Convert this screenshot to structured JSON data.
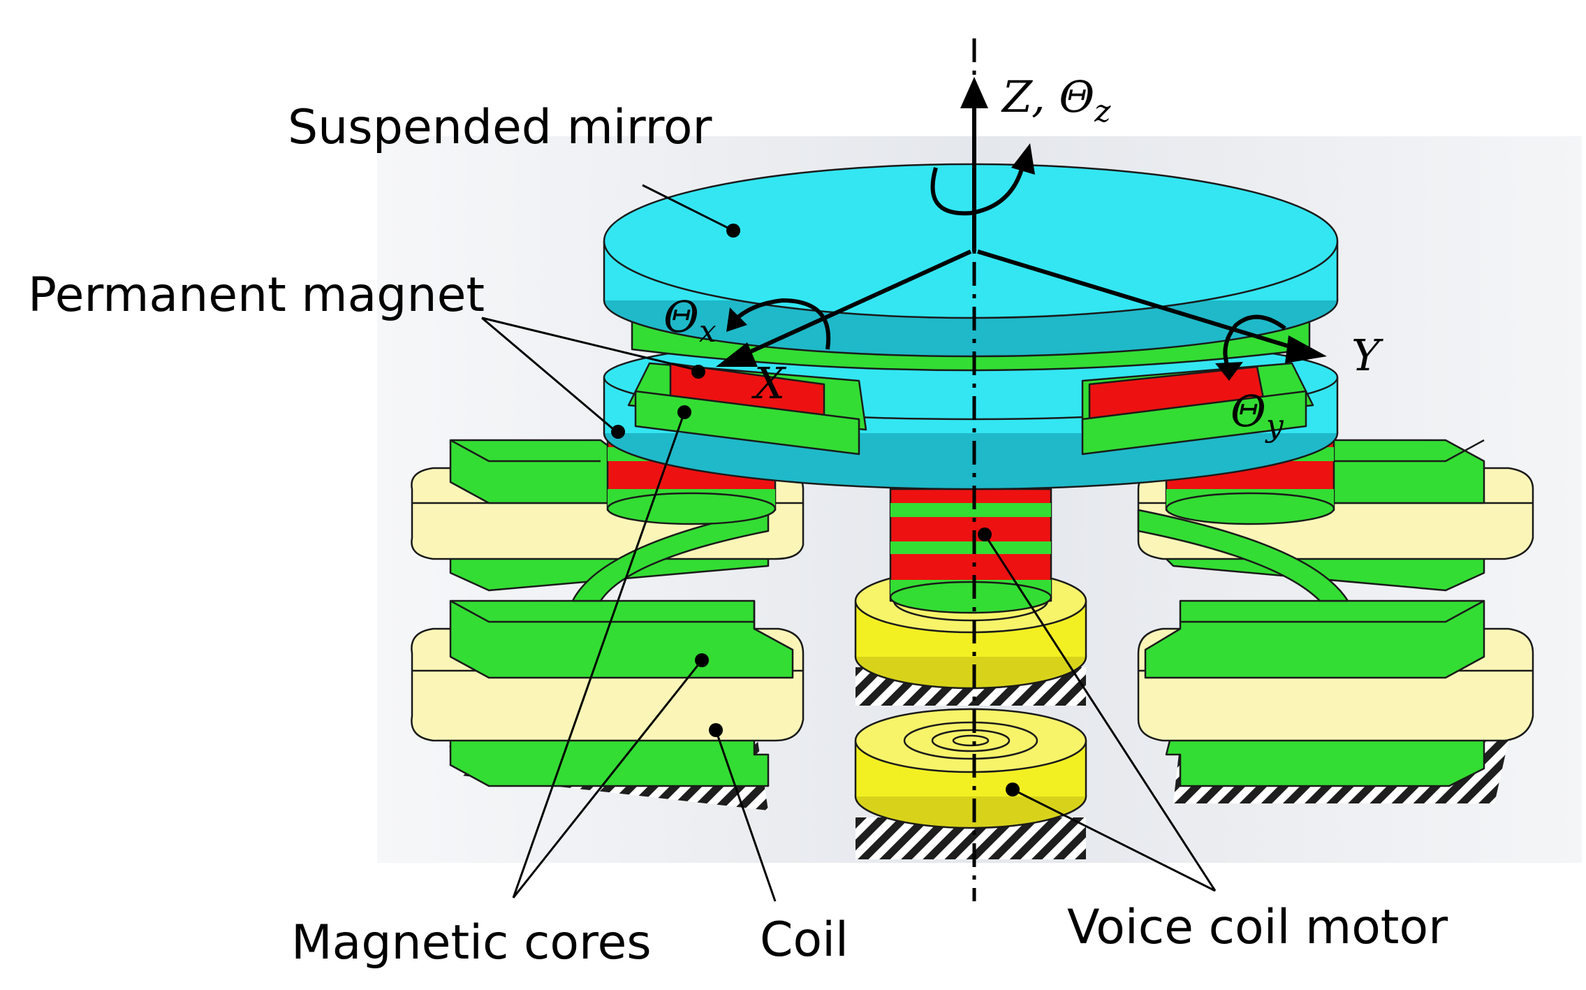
{
  "labels": {
    "suspended_mirror": "Suspended mirror",
    "permanent_magnet": "Permanent magnet",
    "magnetic_cores": "Magnetic cores",
    "coil": "Coil",
    "voice_coil_motor": "Voice coil motor"
  },
  "axes": {
    "z_label": "Z, Θ",
    "z_sub": "z",
    "x_label": "X",
    "theta_x": "Θ",
    "theta_x_sub": "x",
    "y_label": "Y",
    "theta_y": "Θ",
    "theta_y_sub": "y"
  },
  "colors": {
    "mirror": "#33e6f2",
    "magnet": "#ee1111",
    "core": "#33dd33",
    "coil": "#fbf6b8",
    "vcm": "#f2f022",
    "background_panel": "#eceef2",
    "ground_hatch": "#222222"
  }
}
